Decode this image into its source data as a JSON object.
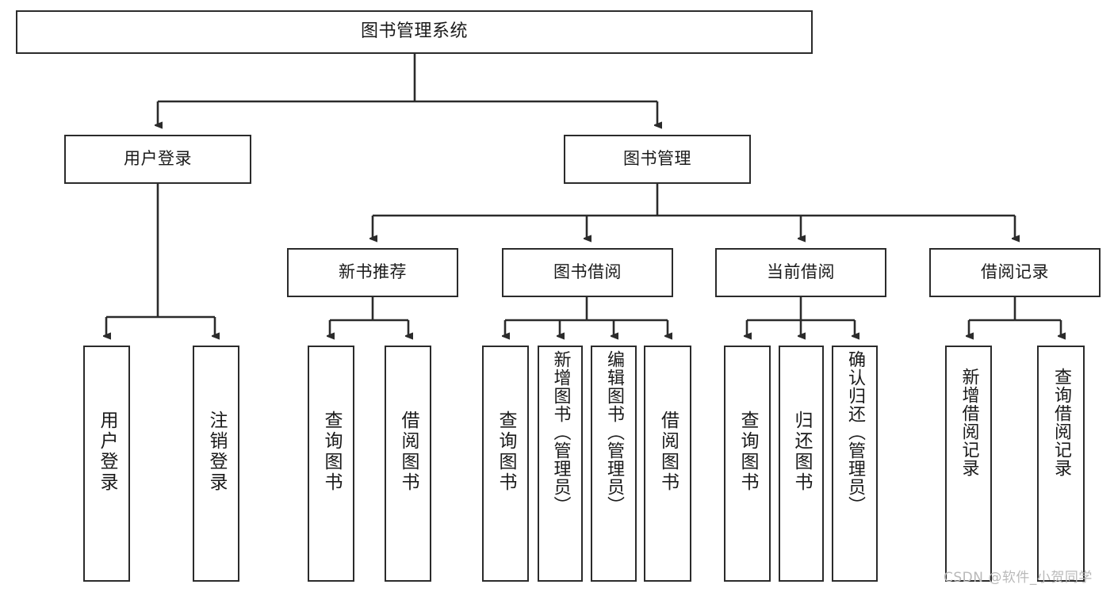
{
  "diagram": {
    "type": "tree-hierarchy-chart",
    "title": "图书管理系统",
    "line_color": "#2b2b2b",
    "box_fill": "#ffffff",
    "text_color": "#1a1a1a",
    "watermark": "CSDN @软件_小贺同学",
    "watermark_color": "#b9b9b9"
  },
  "nodes": {
    "root": {
      "label": "图书管理系统",
      "level": 1
    },
    "branches": [
      {
        "id": "user-login",
        "label": "用户登录",
        "level": 2
      },
      {
        "id": "book-manage",
        "label": "图书管理",
        "level": 2
      }
    ],
    "groups": [
      {
        "id": "new-book-recommend",
        "label": "新书推荐",
        "level": 3
      },
      {
        "id": "book-borrow",
        "label": "图书借阅",
        "level": 3
      },
      {
        "id": "current-borrow",
        "label": "当前借阅",
        "level": 3
      },
      {
        "id": "borrow-record",
        "label": "借阅记录",
        "level": 3
      }
    ],
    "leaves": [
      {
        "id": "leaf-user-login",
        "parent": "user-login",
        "label": "用户登录"
      },
      {
        "id": "leaf-user-logout",
        "parent": "user-login",
        "label": "注销登录"
      },
      {
        "id": "leaf-query-book-1",
        "parent": "new-book-recommend",
        "label": "查询图书"
      },
      {
        "id": "leaf-borrow-book-1",
        "parent": "new-book-recommend",
        "label": "借阅图书"
      },
      {
        "id": "leaf-query-book-2",
        "parent": "book-borrow",
        "label": "查询图书"
      },
      {
        "id": "leaf-add-book",
        "parent": "book-borrow",
        "label": "新增图书（管理员）"
      },
      {
        "id": "leaf-edit-book",
        "parent": "book-borrow",
        "label": "编辑图书（管理员）"
      },
      {
        "id": "leaf-borrow-book-2",
        "parent": "book-borrow",
        "label": "借阅图书"
      },
      {
        "id": "leaf-query-book-3",
        "parent": "current-borrow",
        "label": "查询图书"
      },
      {
        "id": "leaf-return-book",
        "parent": "current-borrow",
        "label": "归还图书"
      },
      {
        "id": "leaf-confirm-return",
        "parent": "current-borrow",
        "label": "确认归还（管理员）"
      },
      {
        "id": "leaf-add-record",
        "parent": "borrow-record",
        "label": "新增借阅记录"
      },
      {
        "id": "leaf-query-record",
        "parent": "borrow-record",
        "label": "查询借阅记录"
      }
    ]
  }
}
